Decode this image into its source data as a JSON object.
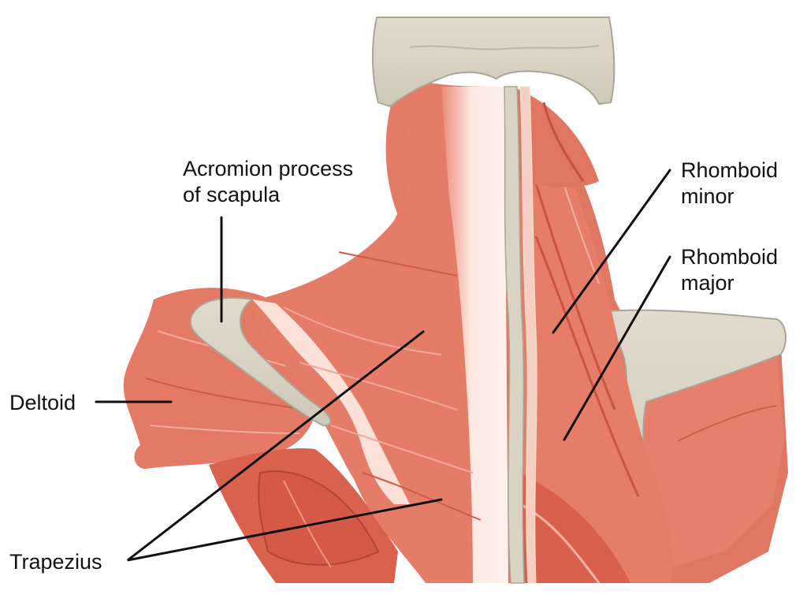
{
  "figure": {
    "subject": "Muscles of the posterior neck and upper back",
    "colors": {
      "muscle": "#e47a66",
      "muscle_dark": "#cf5a47",
      "muscle_shadow": "#c2493a",
      "tendon": "#fbe6df",
      "bone": "#dcd7c9",
      "bone_outline": "#a9a697",
      "leader_line": "#111111",
      "label_text": "#111111"
    }
  },
  "labels": {
    "acromion": {
      "line1": "Acromion process",
      "line2": "of scapula"
    },
    "deltoid": {
      "text": "Deltoid"
    },
    "trapezius": {
      "text": "Trapezius"
    },
    "rhomboid_minor": {
      "line1": "Rhomboid",
      "line2": "minor"
    },
    "rhomboid_major": {
      "line1": "Rhomboid",
      "line2": "major"
    }
  }
}
